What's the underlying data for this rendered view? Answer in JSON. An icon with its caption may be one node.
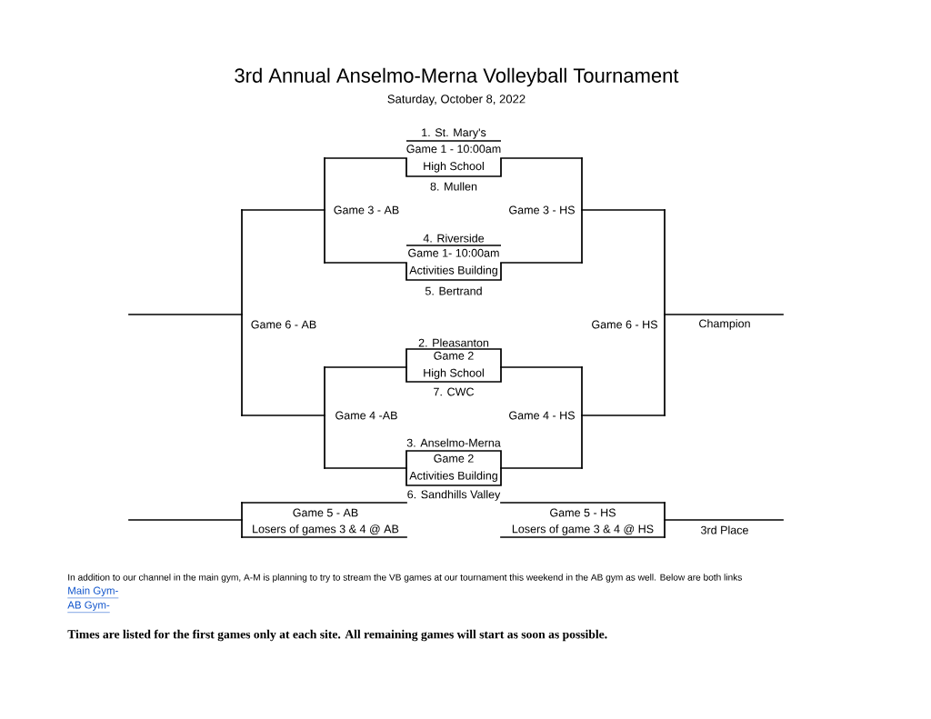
{
  "diagram": {
    "title": "3rd Annual Anselmo-Merna Volleyball Tournament",
    "nodes": [
      {
        "text": [
          "Game 1 - 10:00am",
          "High School"
        ]
      },
      {
        "text": [
          "Game 1- 10:00am",
          "Activities Building"
        ]
      },
      {
        "text": [
          "Game 2",
          "High School"
        ]
      },
      {
        "text": [
          "Game 2",
          "Activities Building"
        ]
      }
    ],
    "labels": [
      "Saturday, October 8, 2022",
      "1. St. Mary's",
      "8. Mullen",
      "Game 3 - AB",
      "Game 3 - HS",
      "4. Riverside",
      "5. Bertrand",
      "Game 6 - AB",
      "Game 6 - HS",
      "Champion",
      "2. Pleasanton",
      "7. CWC",
      "Game 4 -AB",
      "Game 4 - HS",
      "3. Anselmo-Merna",
      "6. Sandhills Valley",
      "Game 5 - AB",
      "Game 5 - HS",
      "Losers of games 3 & 4 @ AB",
      "Losers of game 3 & 4 @ HS",
      "3rd Place",
      "In addition to our channel in the main gym, A-M is planning to try to stream the VB games at our tournament this weekend in the AB gym as well. Below are both links",
      "Main Gym-",
      "AB Gym-",
      "Times are listed for the first games only at each site. All remaining games will start as soon as possible."
    ]
  }
}
